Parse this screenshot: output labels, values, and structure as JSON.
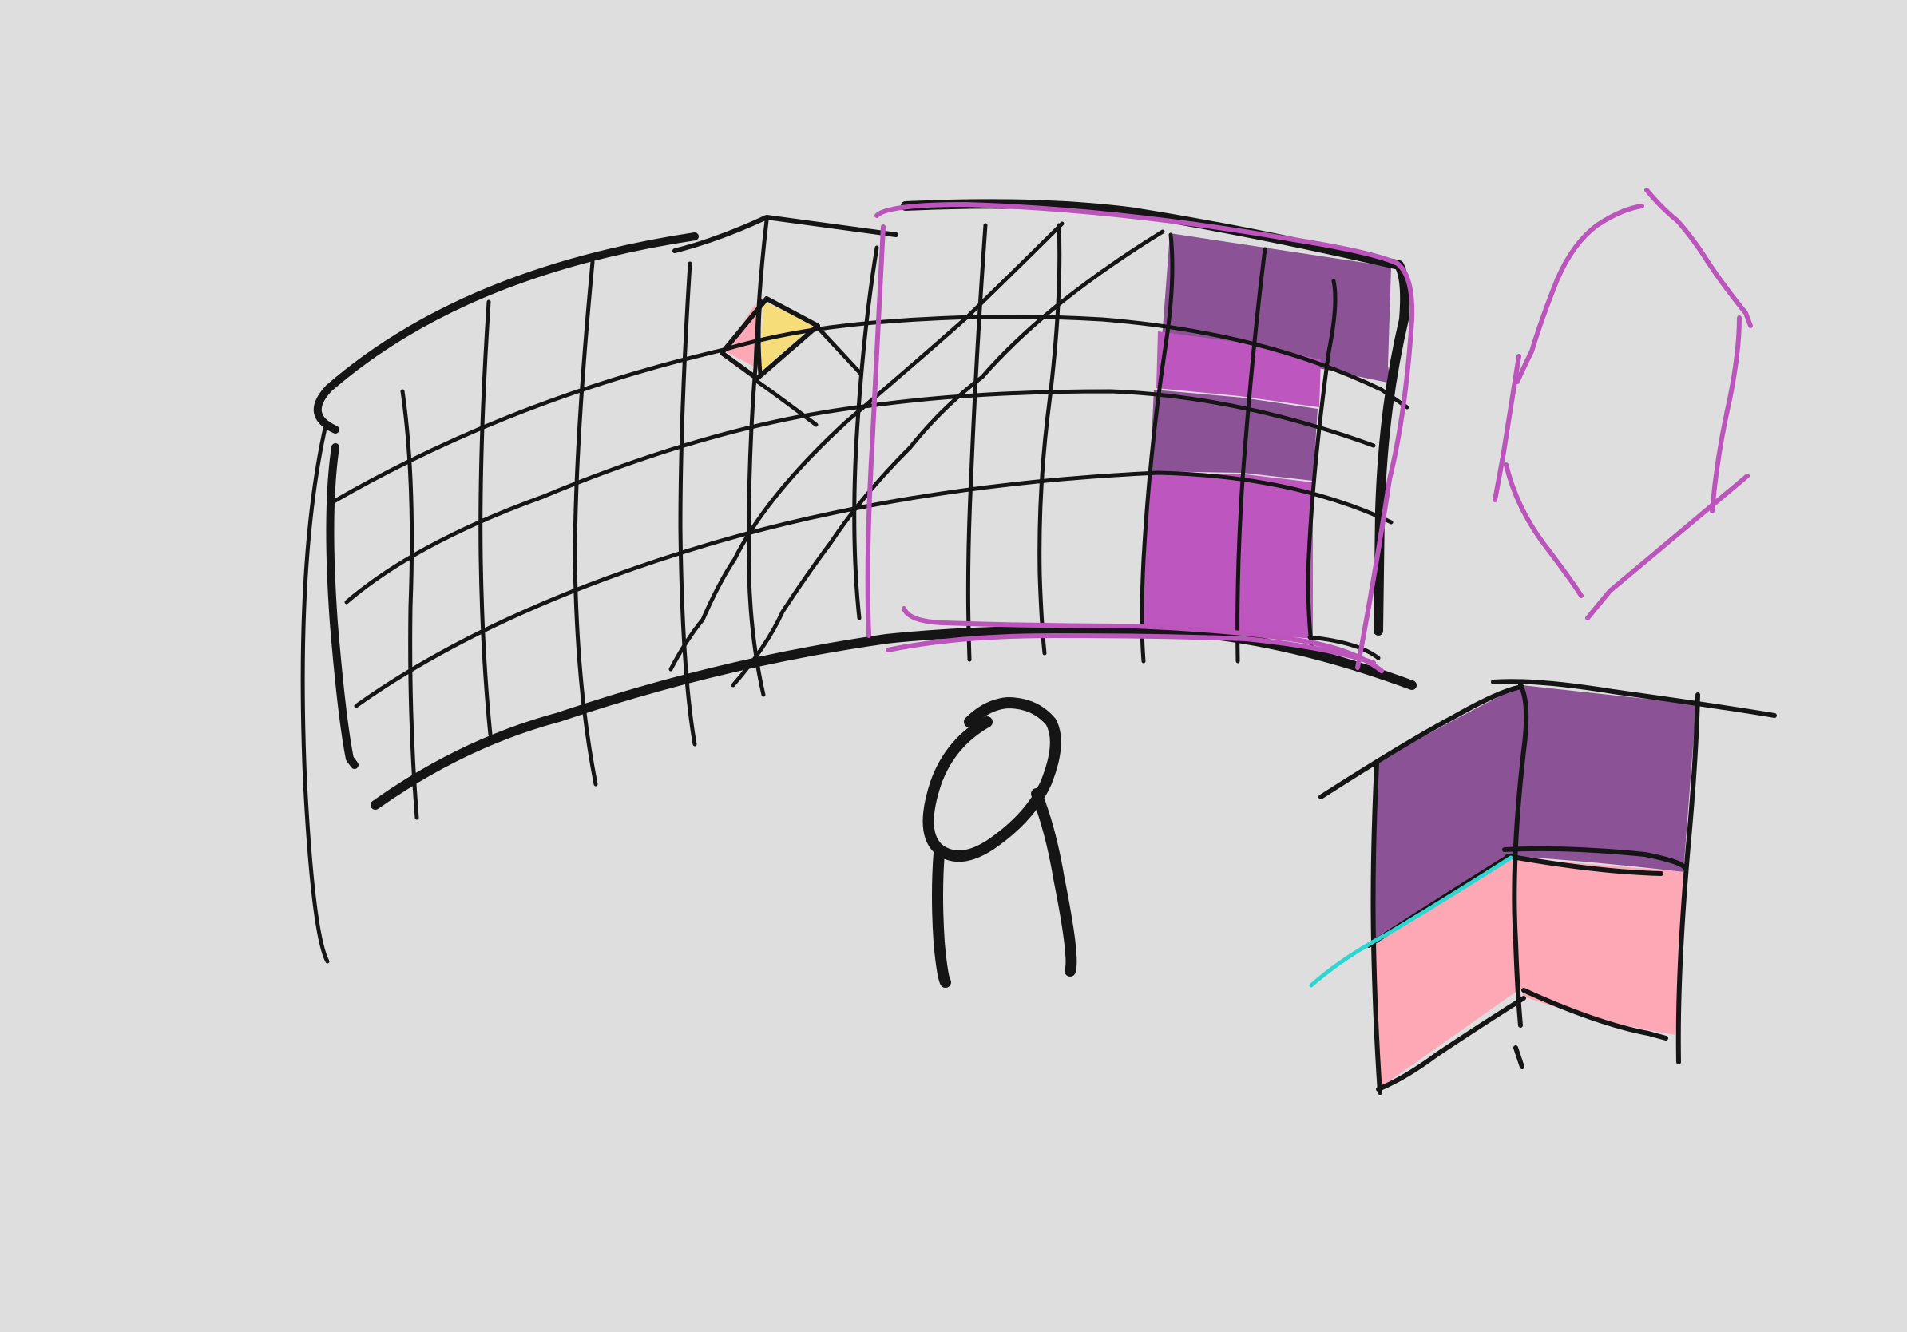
{
  "canvas": {
    "background": "#dedede"
  },
  "colors": {
    "ink": "#151515",
    "magenta": "#bb55bb",
    "fill_dark_purple": "#8c5296",
    "fill_light_purple": "#bd56bf",
    "fill_pink": "#fea8b6",
    "fill_yellow": "#f7dc7a",
    "cyan": "#2dd6d0"
  },
  "drawing": {
    "elements": [
      "curved-grid-screen",
      "diagonal-grid-lines",
      "kite-shape",
      "magenta-outline-screen",
      "shaded-panel-columns",
      "stick-figure-viewer",
      "corner-panel-shape",
      "magenta-diamond-outline"
    ]
  }
}
